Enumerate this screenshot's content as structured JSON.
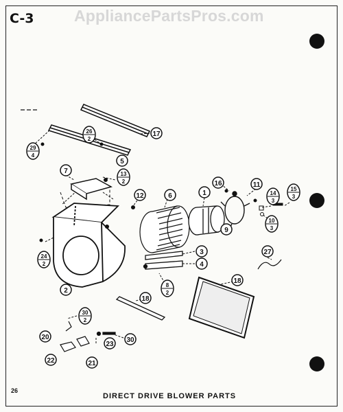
{
  "header": {
    "section_code": "C-3",
    "watermark": "AppliancePartsPros.com"
  },
  "footer": {
    "page_number": "26",
    "caption": "DIRECT DRIVE BLOWER PARTS"
  },
  "callouts": [
    {
      "id": "c1",
      "top": "1"
    },
    {
      "id": "c2",
      "top": "2"
    },
    {
      "id": "c3",
      "top": "3"
    },
    {
      "id": "c4",
      "top": "4"
    },
    {
      "id": "c5",
      "top": "5"
    },
    {
      "id": "c6",
      "top": "6"
    },
    {
      "id": "c7",
      "top": "7"
    },
    {
      "id": "c8",
      "top": "8",
      "bottom": "2"
    },
    {
      "id": "c9",
      "top": "9"
    },
    {
      "id": "c10",
      "top": "10",
      "bottom": "3"
    },
    {
      "id": "c11",
      "top": "11"
    },
    {
      "id": "c12",
      "top": "12"
    },
    {
      "id": "c13",
      "top": "13",
      "bottom": "2"
    },
    {
      "id": "c14",
      "top": "14",
      "bottom": "3"
    },
    {
      "id": "c15",
      "top": "15",
      "bottom": "3"
    },
    {
      "id": "c16",
      "top": "16"
    },
    {
      "id": "c17",
      "top": "17"
    },
    {
      "id": "c18",
      "top": "18"
    },
    {
      "id": "c18b",
      "top": "18"
    },
    {
      "id": "c20",
      "top": "20"
    },
    {
      "id": "c21",
      "top": "21"
    },
    {
      "id": "c22",
      "top": "22"
    },
    {
      "id": "c23",
      "top": "23"
    },
    {
      "id": "c24",
      "top": "24",
      "bottom": "2"
    },
    {
      "id": "c26",
      "top": "26",
      "bottom": "2"
    },
    {
      "id": "c27",
      "top": "27"
    },
    {
      "id": "c29",
      "top": "29",
      "bottom": "4"
    },
    {
      "id": "c30",
      "top": "30"
    },
    {
      "id": "c30b",
      "top": "30",
      "bottom": "2"
    }
  ]
}
